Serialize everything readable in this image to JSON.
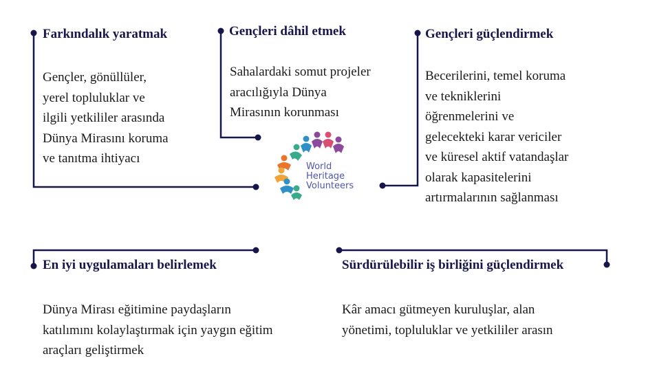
{
  "colors": {
    "connector": "#16164a",
    "heading": "#16164a",
    "body_text": "#1a1a1a",
    "logo_text": "#4f56a8",
    "logo_palette": [
      "#e8742e",
      "#f0a43a",
      "#2f8fc7",
      "#3aaa8c",
      "#8b4a9c",
      "#d94f72"
    ]
  },
  "logo": {
    "icon": "volunteers-figures-icon",
    "lines": [
      "World",
      "Heritage",
      "Volunteers"
    ]
  },
  "boxes": [
    {
      "heading": "Farkındalık yaratmak",
      "lines": [
        "Gençler, gönüllüler,",
        "yerel topluluklar ve",
        "ilgili yetkililer arasında",
        "Dünya Mirasını koruma",
        "ve tanıtma ihtiyacı"
      ]
    },
    {
      "heading": "Gençleri dâhil etmek",
      "lines": [
        "Sahalardaki somut projeler",
        "aracılığıyla Dünya",
        "Mirasının korunması"
      ]
    },
    {
      "heading": "Gençleri güçlendirmek",
      "lines": [
        "Becerilerini, temel koruma",
        "ve tekniklerini",
        "öğrenmelerini ve",
        "gelecekteki karar vericiler",
        "ve küresel aktif vatandaşlar",
        "olarak kapasitelerini",
        "artırmalarının sağlanması"
      ]
    },
    {
      "heading": "En iyi uygulamaları belirlemek",
      "lines": [
        "Dünya Mirası eğitimine paydaşların",
        "katılımını kolaylaştırmak için yaygın eğitim",
        "araçları geliştirmek"
      ]
    },
    {
      "heading": "Sürdürülebilir iş birliğini güçlendirmek",
      "lines": [
        "Kâr amacı gütmeyen kuruluşlar, alan",
        "yönetimi, topluluklar ve yetkililer arasın"
      ]
    }
  ]
}
